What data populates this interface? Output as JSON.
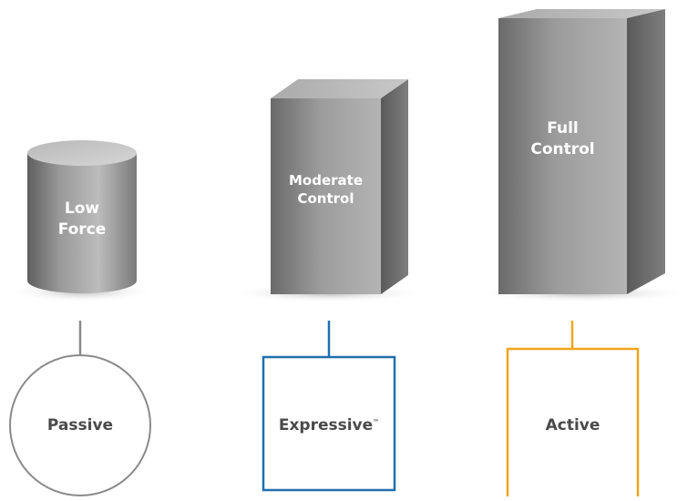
{
  "columns": [
    {
      "shape_type": "cylinder",
      "shape_label": [
        "Low",
        "Force"
      ],
      "connector_color": "#8a8a8a",
      "node_shape": "circle",
      "node_label": "Passive",
      "node_mark": ""
    },
    {
      "shape_type": "box",
      "shape_label": [
        "Moderate",
        "Control"
      ],
      "connector_color": "#1f6fae",
      "node_shape": "square",
      "node_label": "Expressive",
      "node_mark": "™"
    },
    {
      "shape_type": "box",
      "shape_label": [
        "Full",
        "Control"
      ],
      "connector_color": "#f0a51c",
      "node_shape": "open-rectangle",
      "node_label": "Active",
      "node_mark": ""
    }
  ]
}
